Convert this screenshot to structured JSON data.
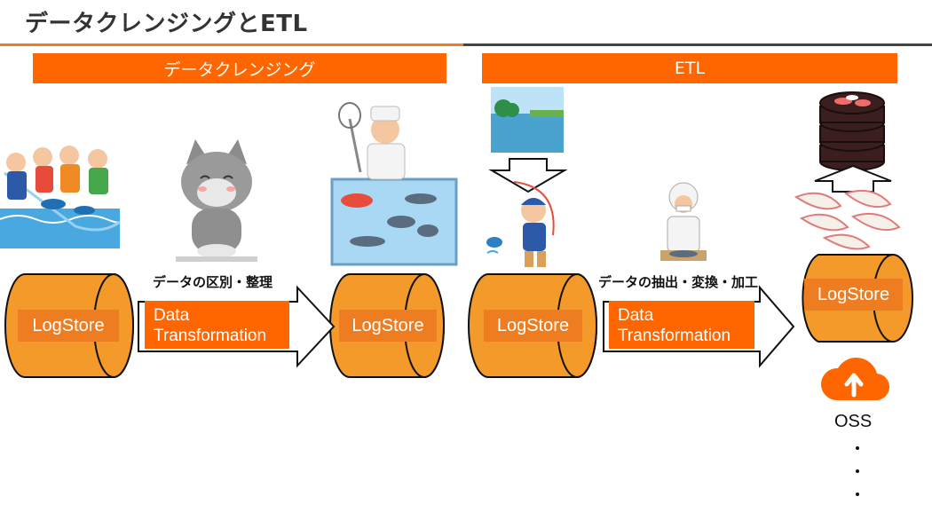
{
  "slide": {
    "title": "データクレンジングとETL"
  },
  "sections": {
    "cleansing_label": "データクレンジング",
    "etl_label": "ETL"
  },
  "stores": {
    "store1": "LogStore",
    "store2": "LogStore",
    "store3": "LogStore",
    "store4": "LogStore"
  },
  "transforms": {
    "cleansing_caption": "データの区別・整理",
    "cleansing_box": [
      "Data",
      "Transformation"
    ],
    "etl_caption": "データの抽出・変換・加工",
    "etl_box": [
      "Data",
      "Transformation"
    ]
  },
  "outputs": {
    "oss_label": "OSS"
  },
  "illustrations": [
    "fishermen-net-icon",
    "cat-icon",
    "fishmonger-tank-icon",
    "lake-icon",
    "boy-fishing-icon",
    "chef-cutting-fish-icon",
    "sushi-platter-icon",
    "sushi-pieces-icon",
    "cloud-upload-icon"
  ],
  "colors": {
    "accent": "#ff6600",
    "cylinder": "#f39a2b",
    "cylinder_label": "#ee7d22"
  }
}
